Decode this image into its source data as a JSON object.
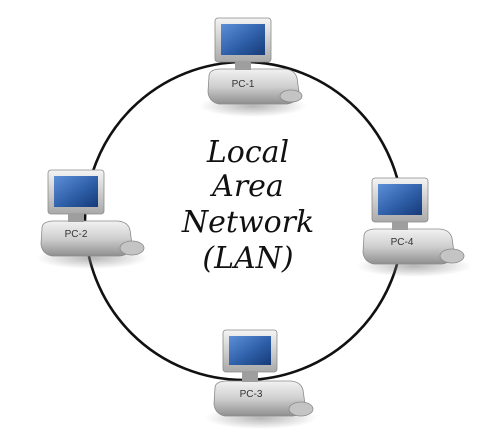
{
  "diagram": {
    "title_lines": [
      "Local",
      "Area",
      "Network",
      "(LAN)"
    ],
    "nodes": [
      {
        "label": "PC-1"
      },
      {
        "label": "PC-2"
      },
      {
        "label": "PC-3"
      },
      {
        "label": "PC-4"
      }
    ],
    "colors": {
      "ring": "#111111",
      "screen": "#2e5fa8",
      "monitor_frame": "#d6d6d6",
      "base": "#c9c9c9"
    }
  }
}
